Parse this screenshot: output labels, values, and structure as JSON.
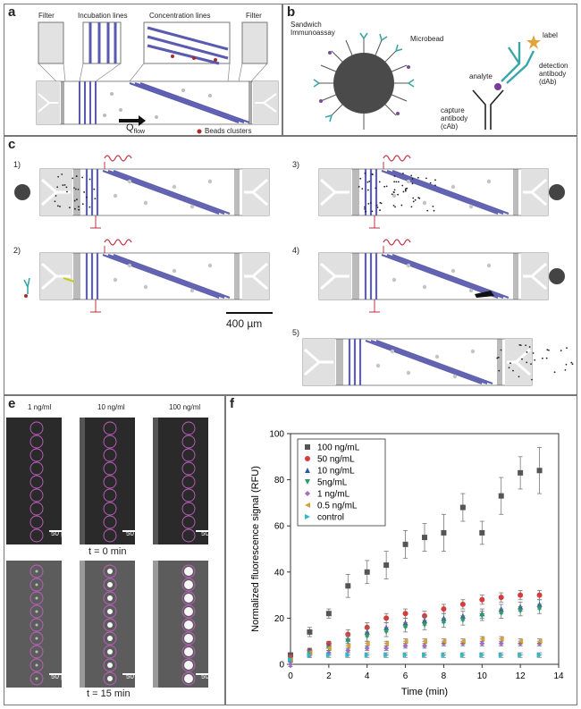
{
  "panel_a": {
    "label": "a",
    "callouts": [
      "Filter",
      "Incubation lines",
      "Concentration lines",
      "Filter"
    ],
    "flow_label": "Q",
    "flow_sub": "flow",
    "legend": "Beads clusters"
  },
  "panel_b": {
    "label": "b",
    "sandwich": [
      "Sandwich",
      "Immunoassay"
    ],
    "microbead": "Microbead",
    "label_text": "label",
    "analyte": "analyte",
    "detection": [
      "detection",
      "antibody",
      "(dAb)"
    ],
    "capture": [
      "capture",
      "antibody",
      "(cAb)"
    ]
  },
  "panel_c": {
    "label": "c",
    "steps": [
      "1)",
      "2)",
      "3)",
      "4)",
      "5)"
    ],
    "scale": "400 µm"
  },
  "panel_e": {
    "label": "e",
    "columns": [
      "1 ng/ml",
      "10 ng/ml",
      "100 ng/ml"
    ],
    "scalebar": "50 µm",
    "time0": "t = 0 min",
    "time15": "t = 15 min"
  },
  "panel_f": {
    "label": "f"
  },
  "chart_data": {
    "type": "scatter",
    "xlabel": "Time (min)",
    "ylabel": "Normalized fluorescence signal (RFU)",
    "xlim": [
      0,
      14
    ],
    "ylim": [
      0,
      100
    ],
    "xticks": [
      0,
      2,
      4,
      6,
      8,
      10,
      12,
      14
    ],
    "yticks": [
      0,
      20,
      40,
      60,
      80,
      100
    ],
    "legend_position": "top-left",
    "series": [
      {
        "name": "100 ng/mL",
        "color": "#555555",
        "marker": "square",
        "x": [
          0,
          1,
          2,
          3,
          4,
          5,
          6,
          7,
          8,
          9,
          10,
          11,
          12,
          13
        ],
        "y": [
          4,
          14,
          22,
          34,
          40,
          43,
          52,
          55,
          57,
          68,
          57,
          73,
          83,
          84
        ],
        "err": [
          1,
          2,
          2,
          5,
          5,
          6,
          6,
          6,
          8,
          6,
          5,
          8,
          7,
          10
        ]
      },
      {
        "name": "50 ng/mL",
        "color": "#d63c3c",
        "marker": "circle",
        "x": [
          0,
          1,
          2,
          3,
          4,
          5,
          6,
          7,
          8,
          9,
          10,
          11,
          12,
          13
        ],
        "y": [
          3,
          6,
          9,
          13,
          16,
          20,
          22,
          21,
          24,
          26,
          28,
          29,
          30,
          30
        ],
        "err": [
          1,
          1,
          1,
          2,
          2,
          2,
          2,
          2,
          2,
          2,
          2,
          2,
          2,
          2
        ]
      },
      {
        "name": "10 ng/mL",
        "color": "#2e5aa8",
        "marker": "triangle-up",
        "x": [
          0,
          1,
          2,
          3,
          4,
          5,
          6,
          7,
          8,
          9,
          10,
          11,
          12,
          13
        ],
        "y": [
          2,
          6,
          8,
          11,
          14,
          16,
          18,
          19,
          20,
          21,
          22,
          24,
          25,
          26
        ],
        "err": [
          1,
          1,
          1,
          2,
          2,
          2,
          2,
          2,
          2,
          2,
          2,
          2,
          2,
          2
        ]
      },
      {
        "name": "5ng/mL",
        "color": "#2e9a6e",
        "marker": "triangle-down",
        "x": [
          0,
          1,
          2,
          3,
          4,
          5,
          6,
          7,
          8,
          9,
          10,
          11,
          12,
          13
        ],
        "y": [
          1,
          5,
          7,
          10,
          12,
          14,
          16,
          17,
          18,
          19,
          21,
          22,
          23,
          24
        ],
        "err": [
          1,
          1,
          1,
          2,
          2,
          2,
          2,
          2,
          2,
          2,
          2,
          2,
          2,
          2
        ]
      },
      {
        "name": "1 ng/mL",
        "color": "#a06ec8",
        "marker": "diamond",
        "x": [
          0,
          1,
          2,
          3,
          4,
          5,
          6,
          7,
          8,
          9,
          10,
          11,
          12,
          13
        ],
        "y": [
          0,
          4,
          5,
          6,
          7,
          7,
          8,
          8,
          9,
          9,
          9,
          9,
          9,
          9
        ],
        "err": [
          1,
          1,
          1,
          1,
          1,
          1,
          1,
          1,
          1,
          1,
          1,
          1,
          1,
          1
        ]
      },
      {
        "name": "0.5 ng/mL",
        "color": "#d4a23a",
        "marker": "triangle-left",
        "x": [
          0,
          1,
          2,
          3,
          4,
          5,
          6,
          7,
          8,
          9,
          10,
          11,
          12,
          13
        ],
        "y": [
          2,
          5,
          7,
          8,
          9,
          9,
          10,
          10,
          10,
          10,
          11,
          11,
          10,
          10
        ],
        "err": [
          1,
          1,
          1,
          1,
          1,
          1,
          1,
          1,
          1,
          1,
          1,
          1,
          1,
          1
        ]
      },
      {
        "name": "control",
        "color": "#2fb8c8",
        "marker": "triangle-right",
        "x": [
          0,
          1,
          2,
          3,
          4,
          5,
          6,
          7,
          8,
          9,
          10,
          11,
          12,
          13
        ],
        "y": [
          2,
          4,
          4,
          4,
          4,
          4,
          4,
          4,
          4,
          4,
          4,
          4,
          4,
          4
        ],
        "err": [
          1,
          1,
          1,
          1,
          1,
          1,
          1,
          1,
          1,
          1,
          1,
          1,
          1,
          1
        ]
      }
    ]
  }
}
